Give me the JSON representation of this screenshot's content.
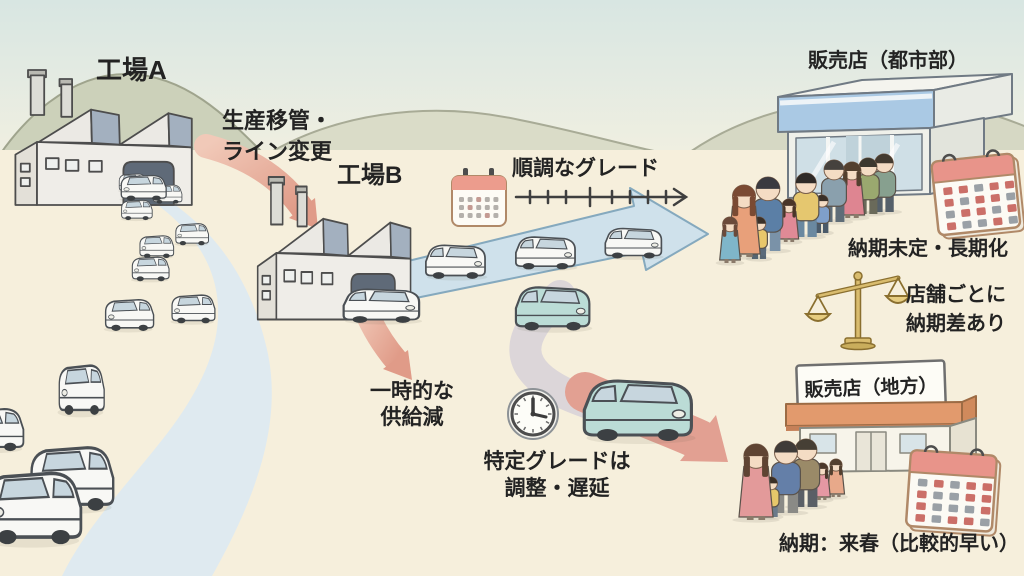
{
  "labels": {
    "factory_a": "工場A",
    "factory_b": "工場B",
    "transfer_line1": "生産移管・",
    "transfer_line2": "ライン変更",
    "smooth_grade": "順調なグレード",
    "urban_dealer": "販売店（都市部）",
    "urban_delivery": "納期未定・長期化",
    "store_gap_line1": "店舗ごとに",
    "store_gap_line2": "納期差あり",
    "temp_supply_line1": "一時的な",
    "temp_supply_line2": "供給減",
    "specific_line1": "特定グレードは",
    "specific_line2": "調整・遅延",
    "regional_dealer": "販売店（地方）",
    "regional_delivery": "納期：来春（比較的早い）"
  },
  "icons": {
    "timeline_calendar": "calendar-icon",
    "urban_calendar": "calendar-icon",
    "regional_calendar": "calendar-icon",
    "balance": "scale-icon",
    "clock": "clock-icon",
    "factory_a": "factory-icon",
    "factory_b": "factory-icon",
    "vehicles": "minivan-icon"
  },
  "colors": {
    "background": "#f6efdc",
    "sky_top": "#d8e6e2",
    "road_blue": "#dfeaf0",
    "flow_arrow_blue": "#cfe1eb",
    "arrow_pink": "#e2a092",
    "calendar_red": "#cb6f68",
    "calendar_header": "#e8948a",
    "scale_gold": "#d9bc6e",
    "dealer_band_blue": "#aac9e4",
    "awning_orange": "#e29a6d",
    "van_white": "#f8f8f5",
    "van_teal": "#bbdcd6",
    "text": "#232323"
  }
}
